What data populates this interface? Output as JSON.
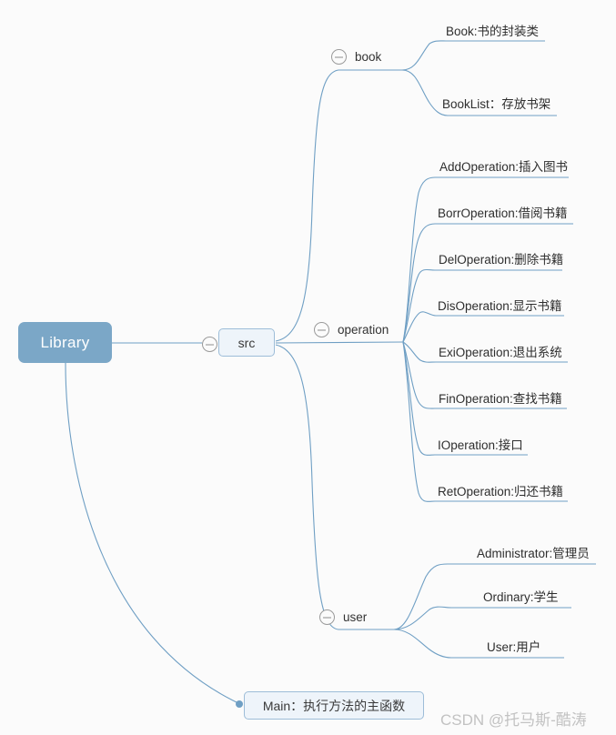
{
  "canvas": {
    "background": "#fbfbfb",
    "line_color": "#6f9fc4",
    "root_fill": "#7ba7c7",
    "box_fill": "#eef4fa",
    "box_border": "#9dbdd8",
    "text_color": "#2e2e2e"
  },
  "root": {
    "label": "Library"
  },
  "src": {
    "label": "src",
    "collapse_state": "expanded"
  },
  "main": {
    "label": "Main：执行方法的主函数"
  },
  "branches": [
    {
      "key": "book",
      "label": "book",
      "collapse_state": "expanded",
      "children": [
        {
          "label": "Book:书的封装类"
        },
        {
          "label": "BookList：存放书架"
        }
      ]
    },
    {
      "key": "operation",
      "label": "operation",
      "collapse_state": "expanded",
      "children": [
        {
          "label": "AddOperation:插入图书"
        },
        {
          "label": "BorrOperation:借阅书籍"
        },
        {
          "label": "DelOperation:删除书籍"
        },
        {
          "label": "DisOperation:显示书籍"
        },
        {
          "label": "ExiOperation:退出系统"
        },
        {
          "label": "FinOperation:查找书籍"
        },
        {
          "label": "IOperation:接口"
        },
        {
          "label": "RetOperation:归还书籍"
        }
      ]
    },
    {
      "key": "user",
      "label": "user",
      "collapse_state": "expanded",
      "children": [
        {
          "label": "Administrator:管理员"
        },
        {
          "label": "Ordinary:学生"
        },
        {
          "label": "User:用户"
        }
      ]
    }
  ],
  "watermark": {
    "text": "CSDN @托马斯-酷涛"
  }
}
